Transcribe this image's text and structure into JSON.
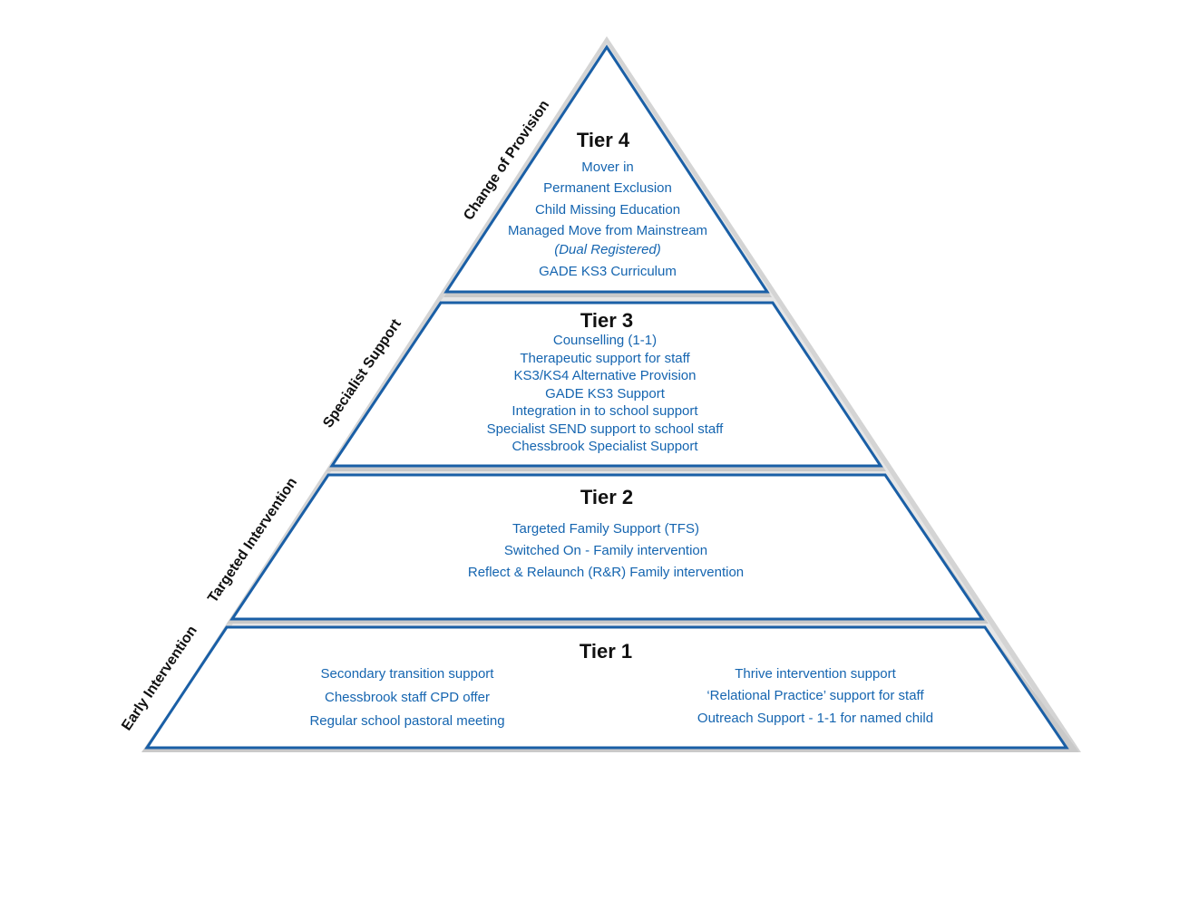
{
  "colors": {
    "outline": "#1a5fa6",
    "shadow": "#cfcfcf",
    "band_fill": "#ffffff",
    "text_blue": "#1565b0",
    "title_black": "#111111"
  },
  "side_labels": {
    "tier4": "Change of Provision",
    "tier3": "Specialist Support",
    "tier2": "Targeted Intervention",
    "tier1": "Early Intervention"
  },
  "tier4": {
    "title": "Tier 4",
    "items": [
      "Mover in",
      "Permanent Exclusion",
      "Child Missing Education",
      "Managed Move from Mainstream"
    ],
    "note": "(Dual Registered)",
    "last": "GADE KS3 Curriculum"
  },
  "tier3": {
    "title": "Tier 3",
    "items": [
      "Counselling (1-1)",
      "Therapeutic support for staff",
      "KS3/KS4 Alternative Provision",
      "GADE KS3 Support",
      "Integration in to school support",
      "Specialist SEND support to school staff",
      "Chessbrook Specialist Support"
    ]
  },
  "tier2": {
    "title": "Tier 2",
    "items": [
      "Targeted Family Support (TFS)",
      "Switched On - Family intervention",
      "Reflect & Relaunch (R&R) Family intervention"
    ]
  },
  "tier1": {
    "title": "Tier 1",
    "left_items": [
      "Secondary transition support",
      "Chessbrook staff CPD offer",
      "Regular school pastoral meeting"
    ],
    "right_items": [
      "Thrive intervention support",
      "‘Relational Practice’ support for staff",
      "Outreach Support - 1-1 for named child"
    ]
  }
}
